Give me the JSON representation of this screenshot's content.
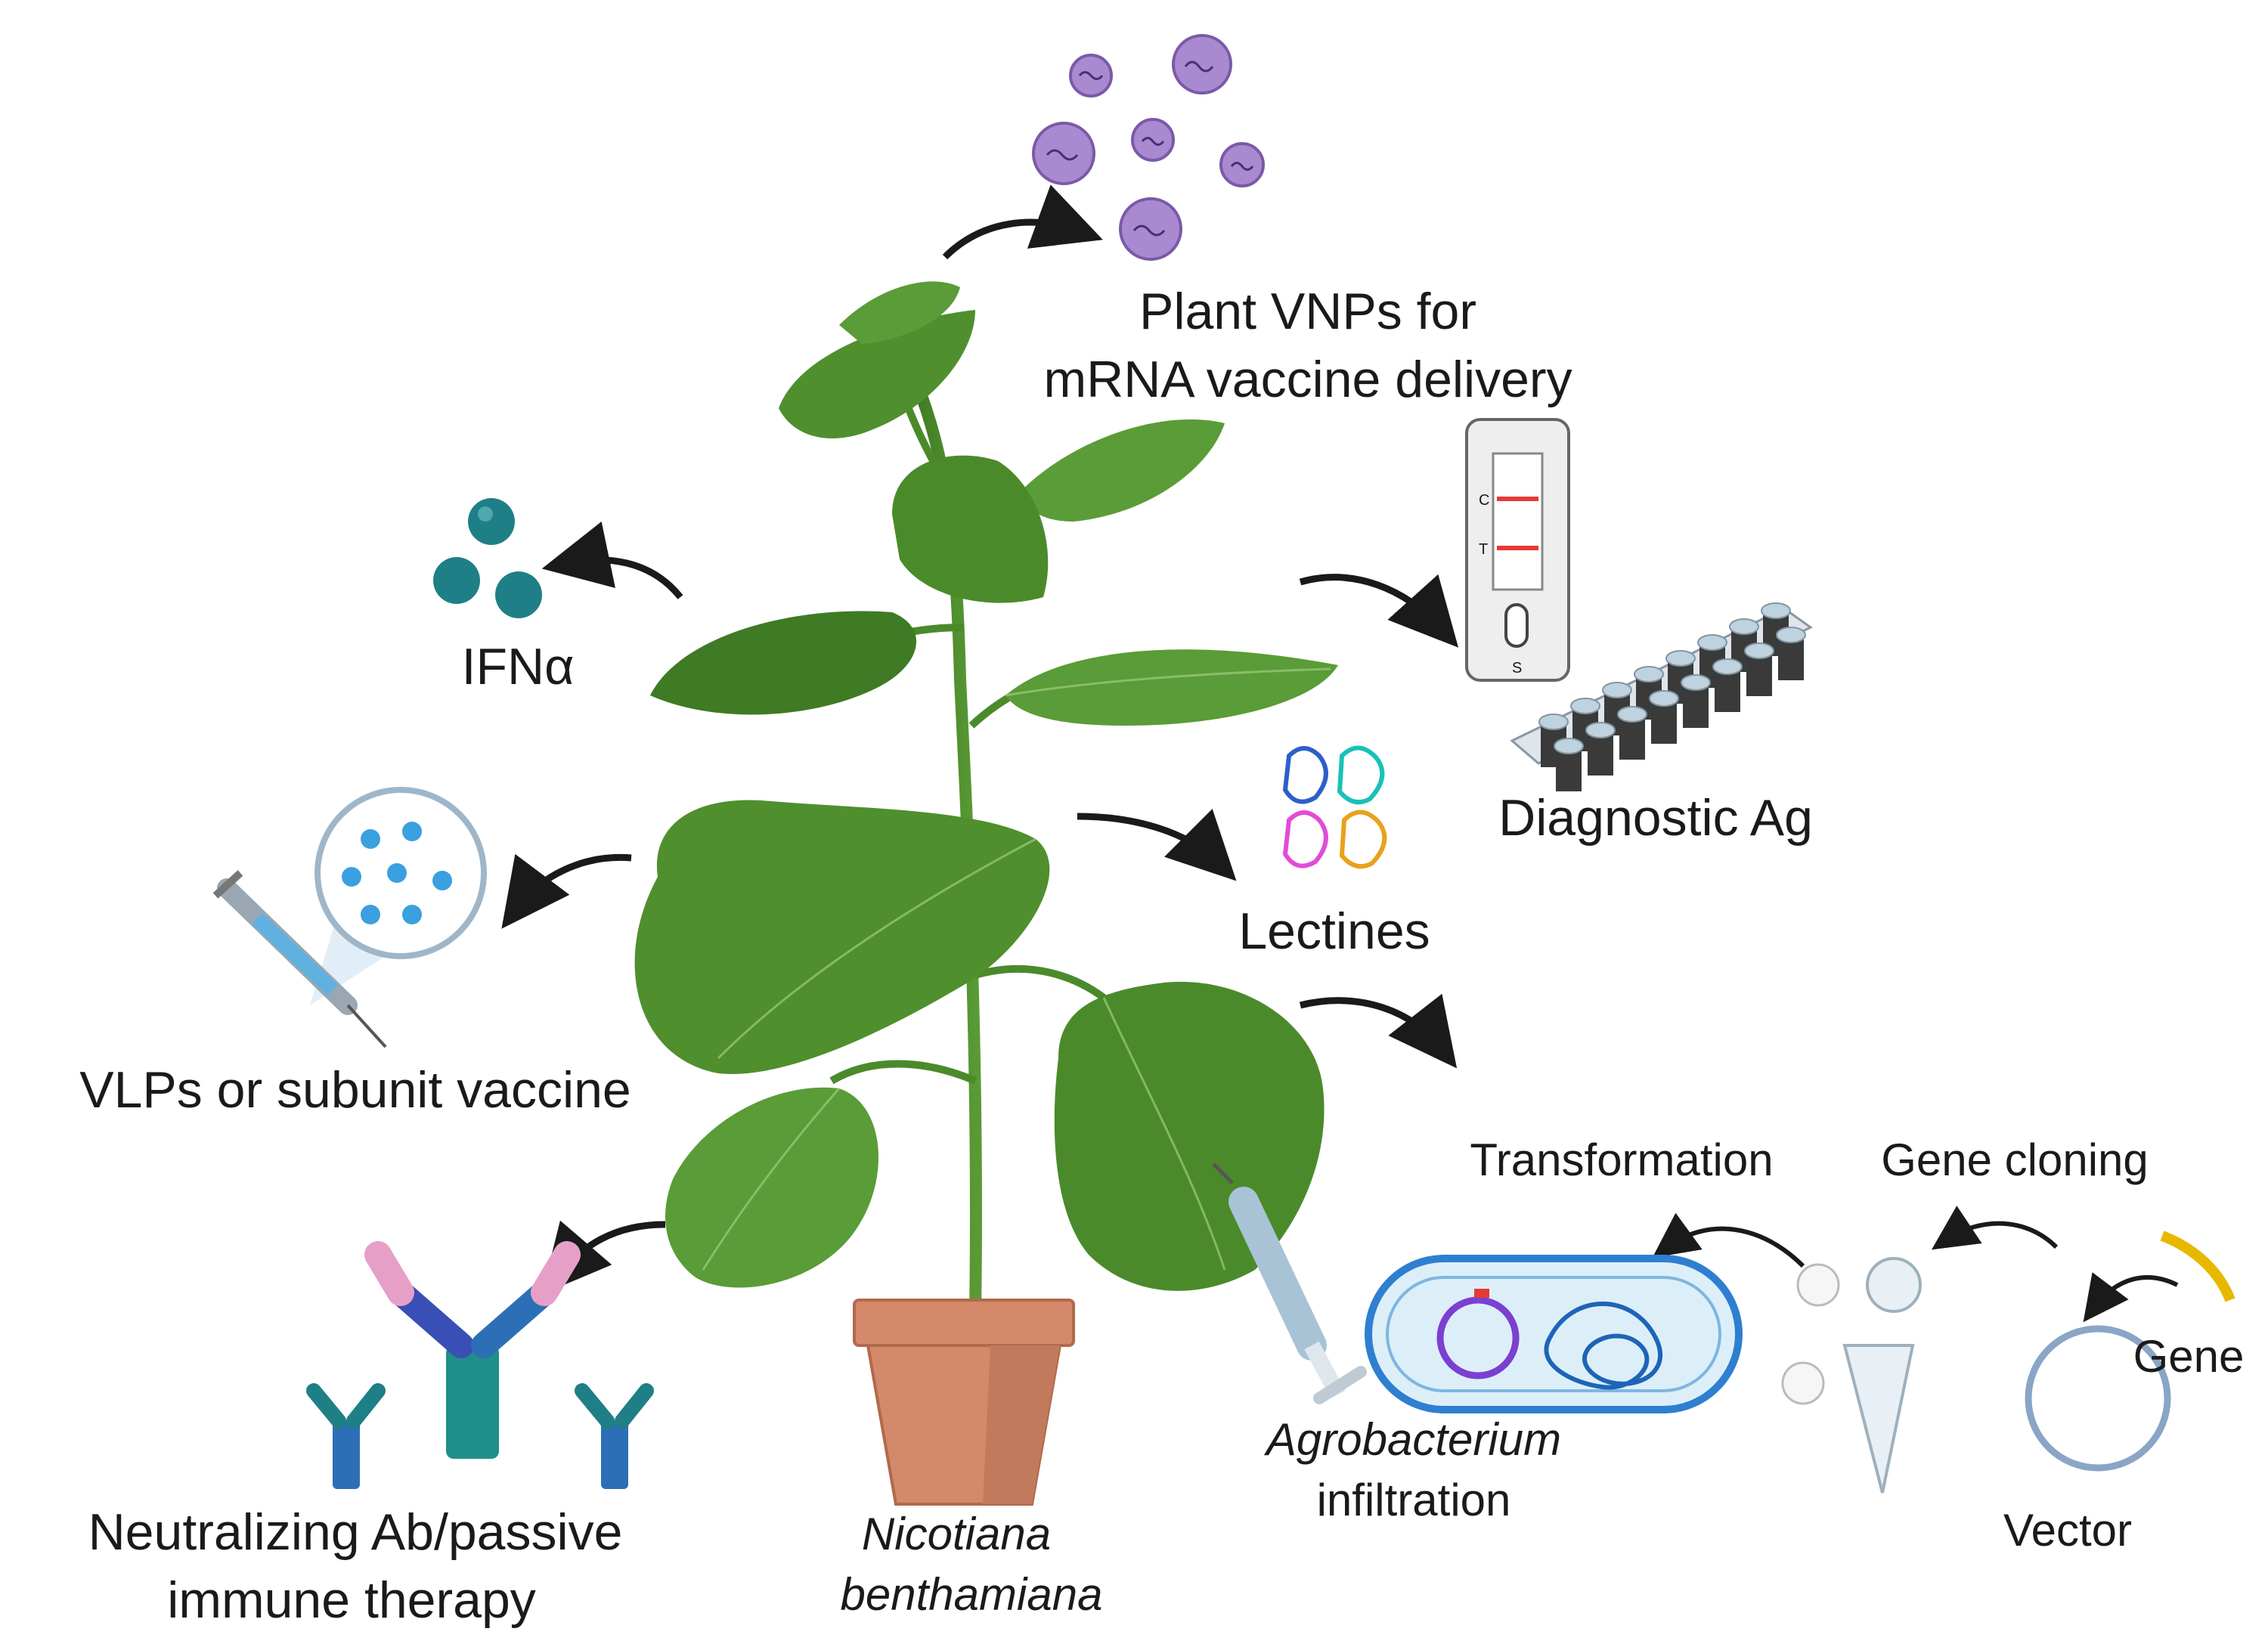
{
  "labels": {
    "vnp_line1": "Plant VNPs for",
    "vnp_line2": "mRNA vaccine delivery",
    "ifn": "IFNα",
    "diagnostic": "Diagnostic Ag",
    "lectines": "Lectines",
    "vlp": "VLPs or subunit vaccine",
    "ab_line1": "Neutralizing Ab/passive",
    "ab_line2": "immune therapy",
    "plant_line1": "Nicotiana",
    "plant_line2": "benthamiana",
    "agro_line1": "Agrobacterium",
    "agro_line2": "infiltration",
    "transformation": "Transformation",
    "gene_cloning": "Gene cloning",
    "gene": "Gene",
    "vector": "Vector"
  },
  "test_strip": {
    "control_mark": "C",
    "test_mark": "T",
    "sample_mark": "S"
  },
  "colors": {
    "leaf": "#4f8f2e",
    "leaf_dark": "#3a6f22",
    "pot": "#d4896a",
    "virus": "#a98ad1",
    "ifn_sphere": "#1f7f86",
    "antibody_blue": "#2d6fb6",
    "antibody_teal": "#1f8f8a",
    "arrow": "#1a1a1a",
    "bacterium": "#2e7fd0",
    "strip_line": "#e53935"
  }
}
